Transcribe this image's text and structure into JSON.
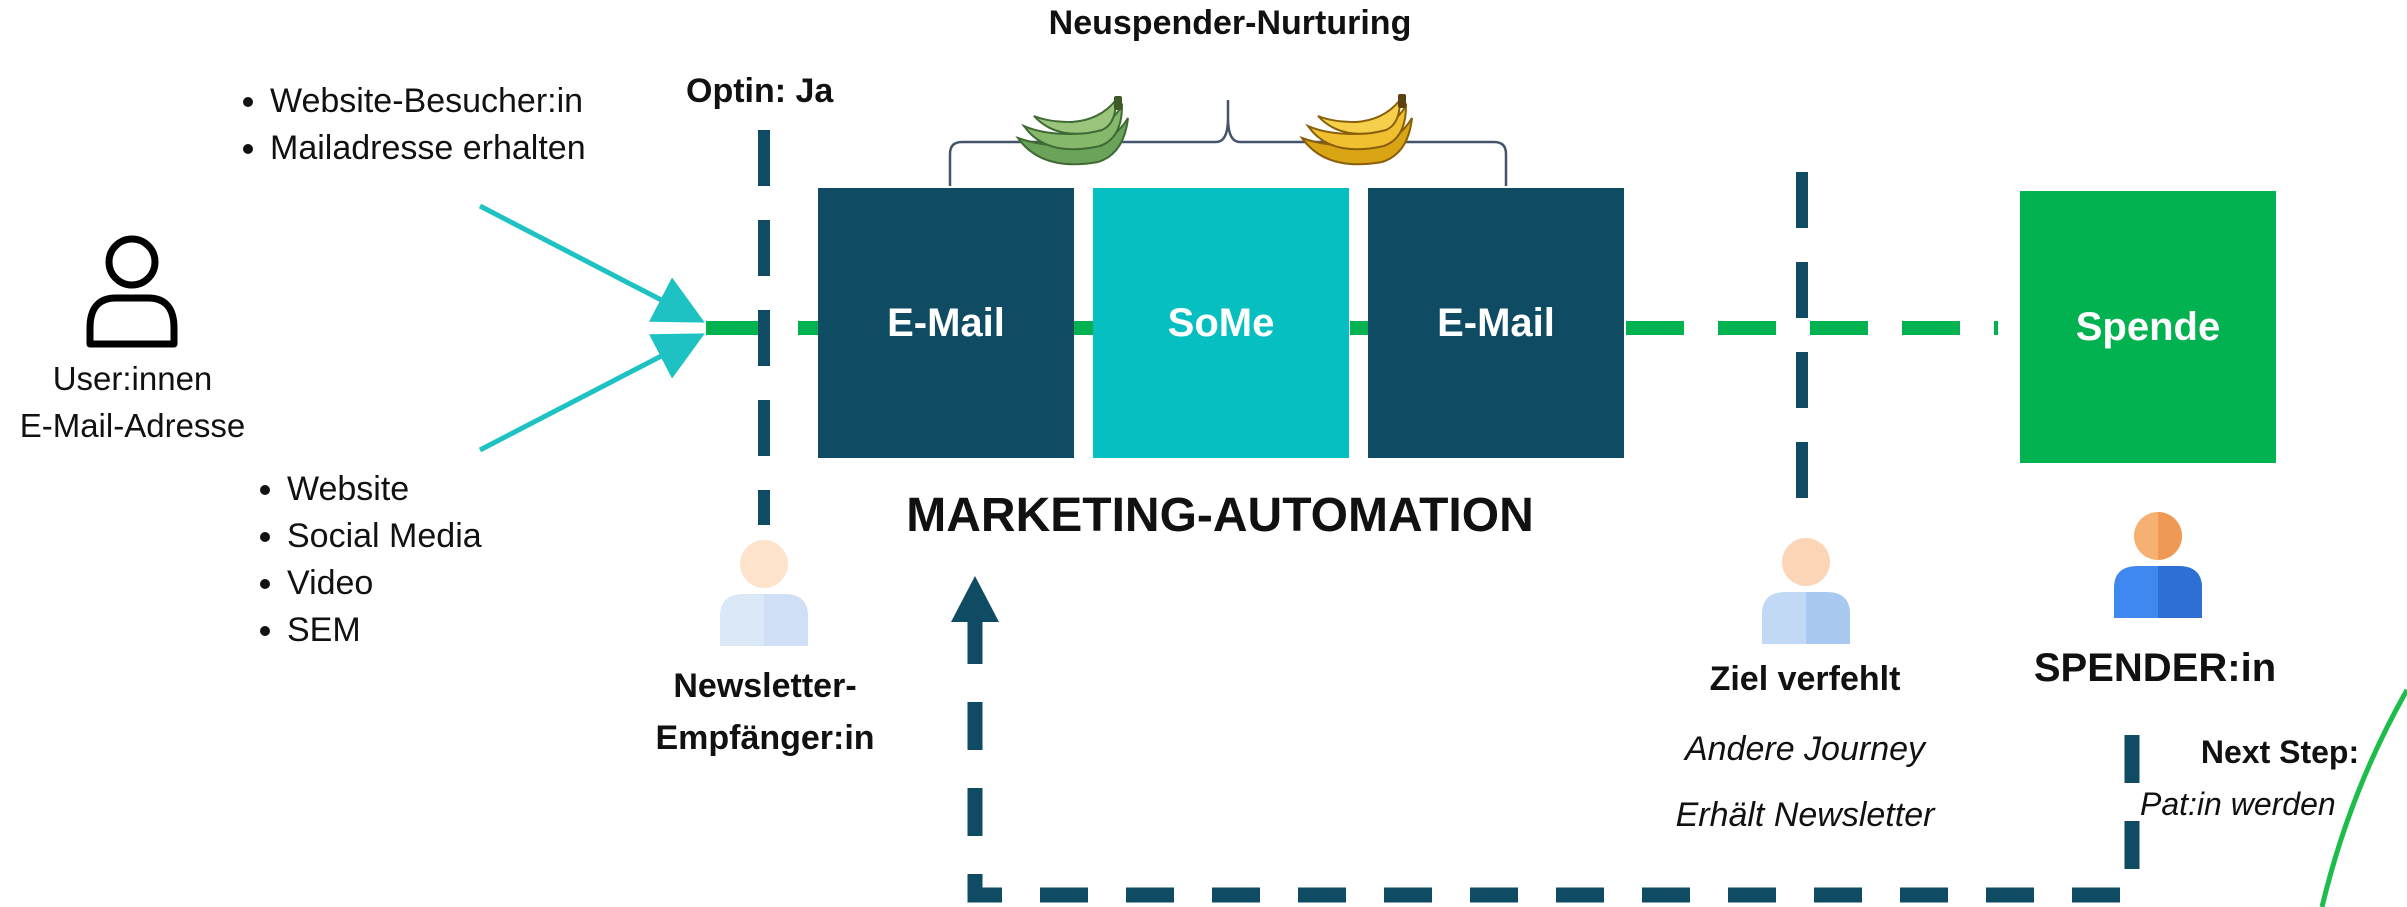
{
  "title": "Neuspender-Nurturing",
  "optin_label": "Optin: Ja",
  "source_bullets_top": [
    "Website-Besucher:in",
    "Mailadresse erhalten"
  ],
  "source_bullets_bottom": [
    "Website",
    "Social Media",
    "Video",
    "SEM"
  ],
  "user": {
    "line1": "User:innen",
    "line2": "E-Mail-Adresse"
  },
  "boxes": [
    {
      "label": "E-Mail",
      "color": "#0f4c64"
    },
    {
      "label": "SoMe",
      "color": "#06bfc1"
    },
    {
      "label": "E-Mail",
      "color": "#0f4c64"
    }
  ],
  "spende": {
    "label": "Spende",
    "color": "#02b14f"
  },
  "automation_label": "MARKETING-AUTOMATION",
  "newsletter": {
    "line1": "Newsletter-",
    "line2": "Empfänger:in"
  },
  "ziel": {
    "title": "Ziel verfehlt",
    "line1": "Andere Journey",
    "line2": "Erhält Newsletter"
  },
  "spender_label": "SPENDER:in",
  "next_step": {
    "title": "Next Step:",
    "text": "Pat:in werden"
  },
  "icons": {
    "user": "user-outline-icon",
    "newsletter": "person-icon",
    "ziel": "person-icon",
    "spender": "person-icon",
    "banana_green": "green-banana-icon",
    "banana_yellow": "yellow-banana-icon"
  },
  "colors": {
    "dark_teal": "#0f4c64",
    "teal": "#06bfc1",
    "green": "#02b14f",
    "arrow_cyan": "#1fc2c2"
  }
}
